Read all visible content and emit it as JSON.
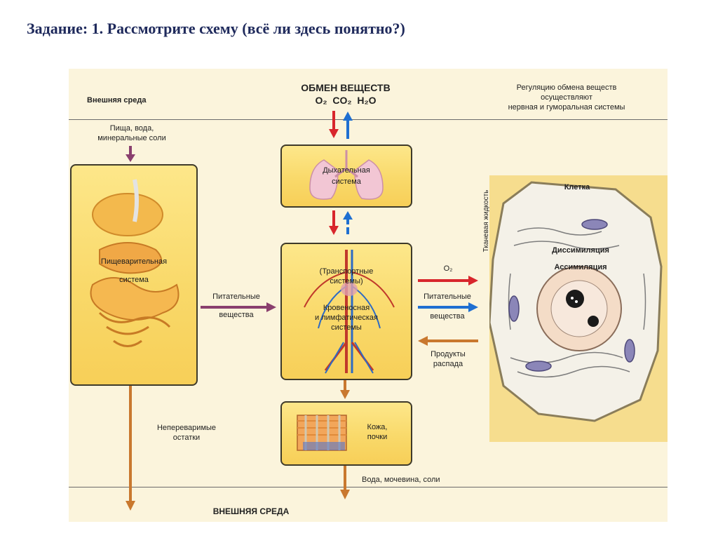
{
  "task_title": "Задание: 1. Рассмотрите схему (всё ли здесь понятно?)",
  "header": {
    "external_env_left": "Внешняя среда",
    "metabolism_title": "ОБМЕН ВЕЩЕСТВ",
    "gases": "O₂  CO₂  H₂O",
    "regulation": [
      "Регуляцию обмена веществ",
      "осуществляют",
      "нервная и гуморальная системы"
    ]
  },
  "inputs": {
    "food": [
      "Пища, вода,",
      "минеральные соли"
    ]
  },
  "systems": {
    "digestive": [
      "Пищеварительная",
      "система"
    ],
    "respiratory": [
      "Дыхательная",
      "система"
    ],
    "transport": [
      "(Транспортные",
      "системы)",
      "Кровеносная",
      "и лимфатическая",
      "системы"
    ],
    "skin": [
      "Кожа,",
      "почки"
    ]
  },
  "flows": {
    "nutrients_left": [
      "Питательные",
      "вещества"
    ],
    "o2": "O₂",
    "nutrients_right": [
      "Питательные",
      "вещества"
    ],
    "decay_products": [
      "Продукты",
      "распада"
    ],
    "undigested": [
      "Непереваримые",
      "остатки"
    ],
    "excretion": "Вода, мочевина, соли"
  },
  "cell": {
    "title": "Клетка",
    "tissue_fluid": "Тканевая жидкость",
    "dissimilation": "Диссимиляция",
    "assimilation": "Ассимиляция"
  },
  "footer": {
    "external_env_bottom": "ВНЕШНЯЯ СРЕДА"
  },
  "colors": {
    "title_text": "#1f2a5c",
    "box_fill": "#f9d96a",
    "red_arrow": "#d8262c",
    "blue_arrow": "#1f6fd1",
    "brown_arrow": "#c9782e",
    "purple_arrow": "#8a3f6e",
    "paper": "#fbf4dc"
  },
  "icons": {
    "down_red": "arrow-down-red-icon",
    "up_blue": "arrow-up-blue-icon",
    "right_red": "arrow-right-red-icon",
    "right_blue": "arrow-right-blue-icon",
    "left_brown": "arrow-left-brown-icon",
    "down_brown": "arrow-down-brown-icon",
    "right_purple": "arrow-right-purple-icon"
  }
}
